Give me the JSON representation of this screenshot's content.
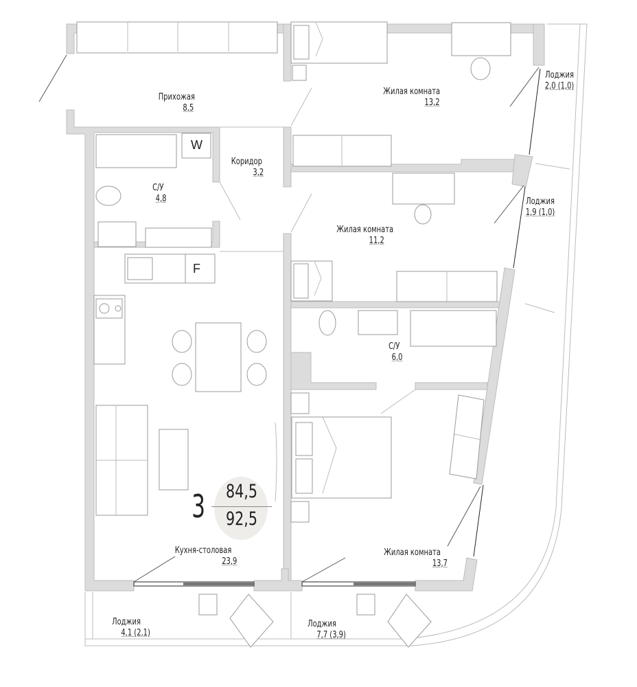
{
  "plan": {
    "rooms_count": "3",
    "living_area": "84,5",
    "total_area": "92,5",
    "appliance_w": "W",
    "appliance_f": "F",
    "rooms": [
      {
        "name": "Прихожая",
        "area": "8,5"
      },
      {
        "name": "Жилая комната",
        "area": "13,2"
      },
      {
        "name": "Лоджия",
        "area": "2,0 (1,0)"
      },
      {
        "name": "Коридор",
        "area": "3,2"
      },
      {
        "name": "С/У",
        "area": "4,8"
      },
      {
        "name": "Лоджия",
        "area": "1,9 (1,0)"
      },
      {
        "name": "Жилая комната",
        "area": "11,2"
      },
      {
        "name": "С/У",
        "area": "6,0"
      },
      {
        "name": "Кухня-столовая",
        "area": "23,9"
      },
      {
        "name": "Жилая комната",
        "area": "13,7"
      },
      {
        "name": "Лоджия",
        "area": "4,1 (2,1)"
      },
      {
        "name": "Лоджия",
        "area": "7,7 (3,9)"
      }
    ]
  }
}
